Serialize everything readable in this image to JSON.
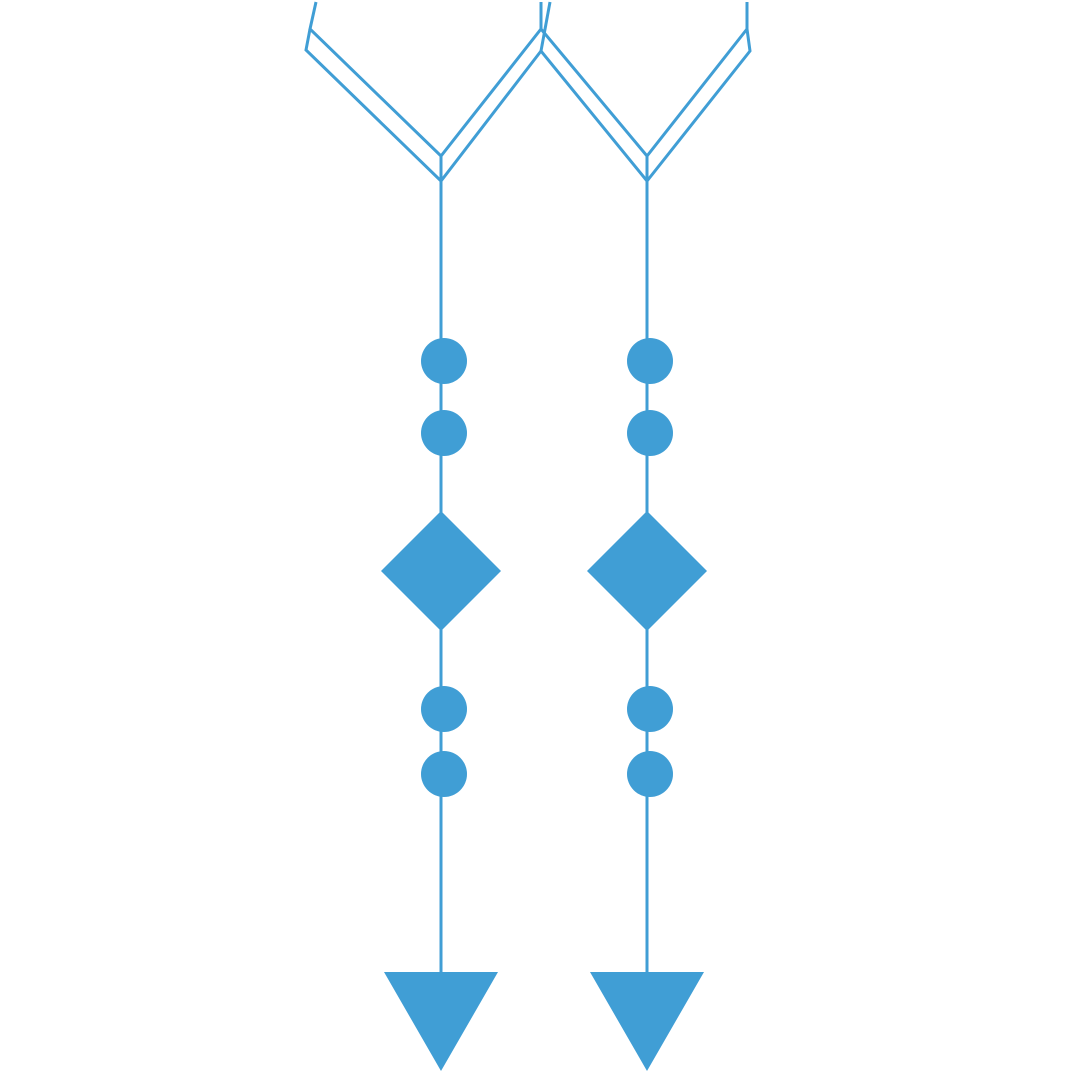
{
  "diagram": {
    "stroke_color": "#409ed5",
    "fill_color": "#409ed5",
    "background": "#ffffff",
    "arrows": [
      {
        "id": "left",
        "markers": [
          "circle",
          "circle",
          "diamond",
          "circle",
          "circle"
        ],
        "head": "triangle-down"
      },
      {
        "id": "right",
        "markers": [
          "circle",
          "circle",
          "diamond",
          "circle",
          "circle"
        ],
        "head": "triangle-down"
      }
    ]
  }
}
